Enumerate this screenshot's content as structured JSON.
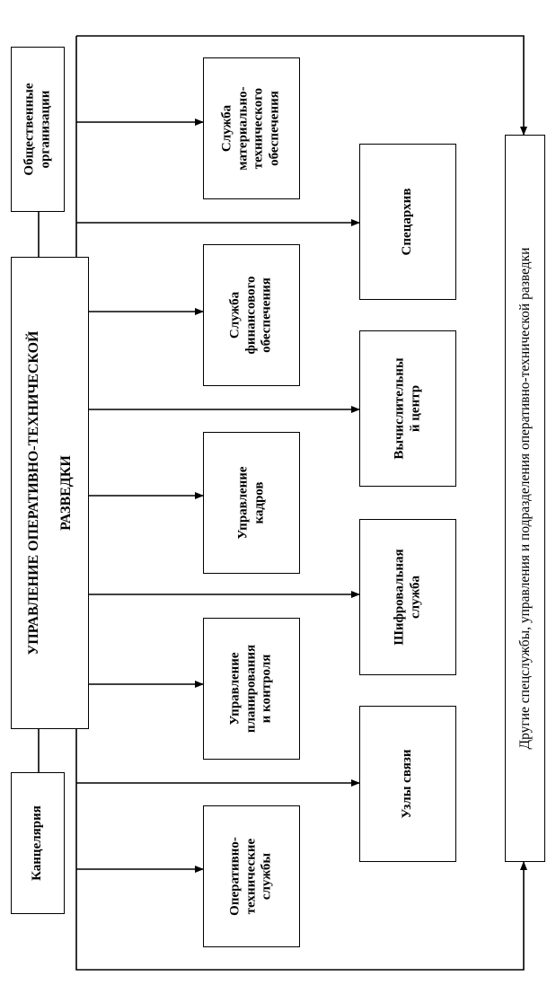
{
  "diagram": {
    "main_unit": "УПРАВЛЕНИЕ ОПЕРАТИВНО-ТЕХНИЧЕСКОЙ\nРАЗВЕДКИ",
    "public_orgs": "Общественные\nорганизации",
    "chancellery": "Канцелярия",
    "other_units": "Другие спецслужбы, управления и подразделения оперативно-технической разведки",
    "inner_column": {
      "material_service": "Служба\nматериально-\nтехнического\nобеспечения",
      "finance_service": "Служба\nфинансового\nобеспечения",
      "personnel": "Управление\nкадров",
      "planning": "Управление\nпланирования\nи контроля",
      "operational_services": "Оперативно-\nтехнические\nслужбы"
    },
    "outer_column": {
      "archive": "Спецархив",
      "computing_center": "Вычислительны\nй центр",
      "cipher_service": "Шифровальная\nслужба",
      "comm_nodes": "Узлы связи"
    }
  }
}
